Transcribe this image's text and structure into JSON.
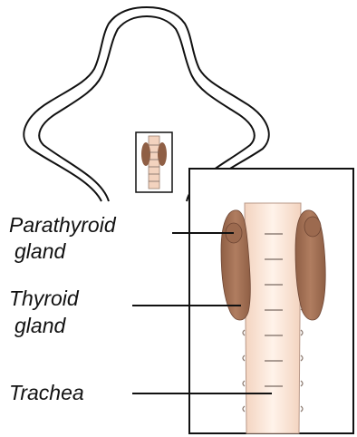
{
  "labels": {
    "parathyroid_line1": "Parathyroid",
    "parathyroid_line2": "gland",
    "thyroid_line1": "Thyroid",
    "thyroid_line2": "gland",
    "trachea": "Trachea"
  },
  "colors": {
    "outline": "#111111",
    "gland": "#a9765a",
    "gland_dark": "#8a5a42",
    "trachea": "#f6dccb",
    "trachea_highlight": "#fff4ec",
    "cartilage_ring": "#7a6a62"
  }
}
